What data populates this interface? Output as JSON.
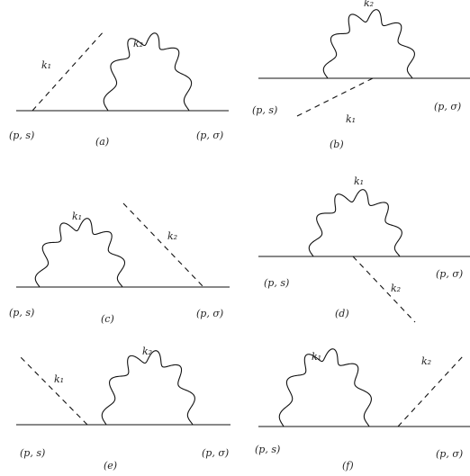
{
  "panels": [
    {
      "caption": "(a)",
      "left_label": "(p, s)",
      "right_label": "(p, σ)",
      "photon_label": "k₂",
      "scalar_label": "k₁"
    },
    {
      "caption": "(b)",
      "left_label": "(p, s)",
      "right_label": "(p, σ)",
      "photon_label": "k₂",
      "scalar_label": "k₁"
    },
    {
      "caption": "(c)",
      "left_label": "(p, s)",
      "right_label": "(p, σ)",
      "photon_label": "k₁",
      "scalar_label": "k₂"
    },
    {
      "caption": "(d)",
      "left_label": "(p, s)",
      "right_label": "(p, σ)",
      "photon_label": "k₁",
      "scalar_label": "k₂"
    },
    {
      "caption": "(e)",
      "left_label": "(p, s)",
      "right_label": "(p, σ)",
      "photon_label": "k₂",
      "scalar_label": "k₁"
    },
    {
      "caption": "(f)",
      "left_label": "(p, s)",
      "right_label": "(p, σ)",
      "photon_label": "k₁",
      "scalar_label": "k₂"
    }
  ]
}
